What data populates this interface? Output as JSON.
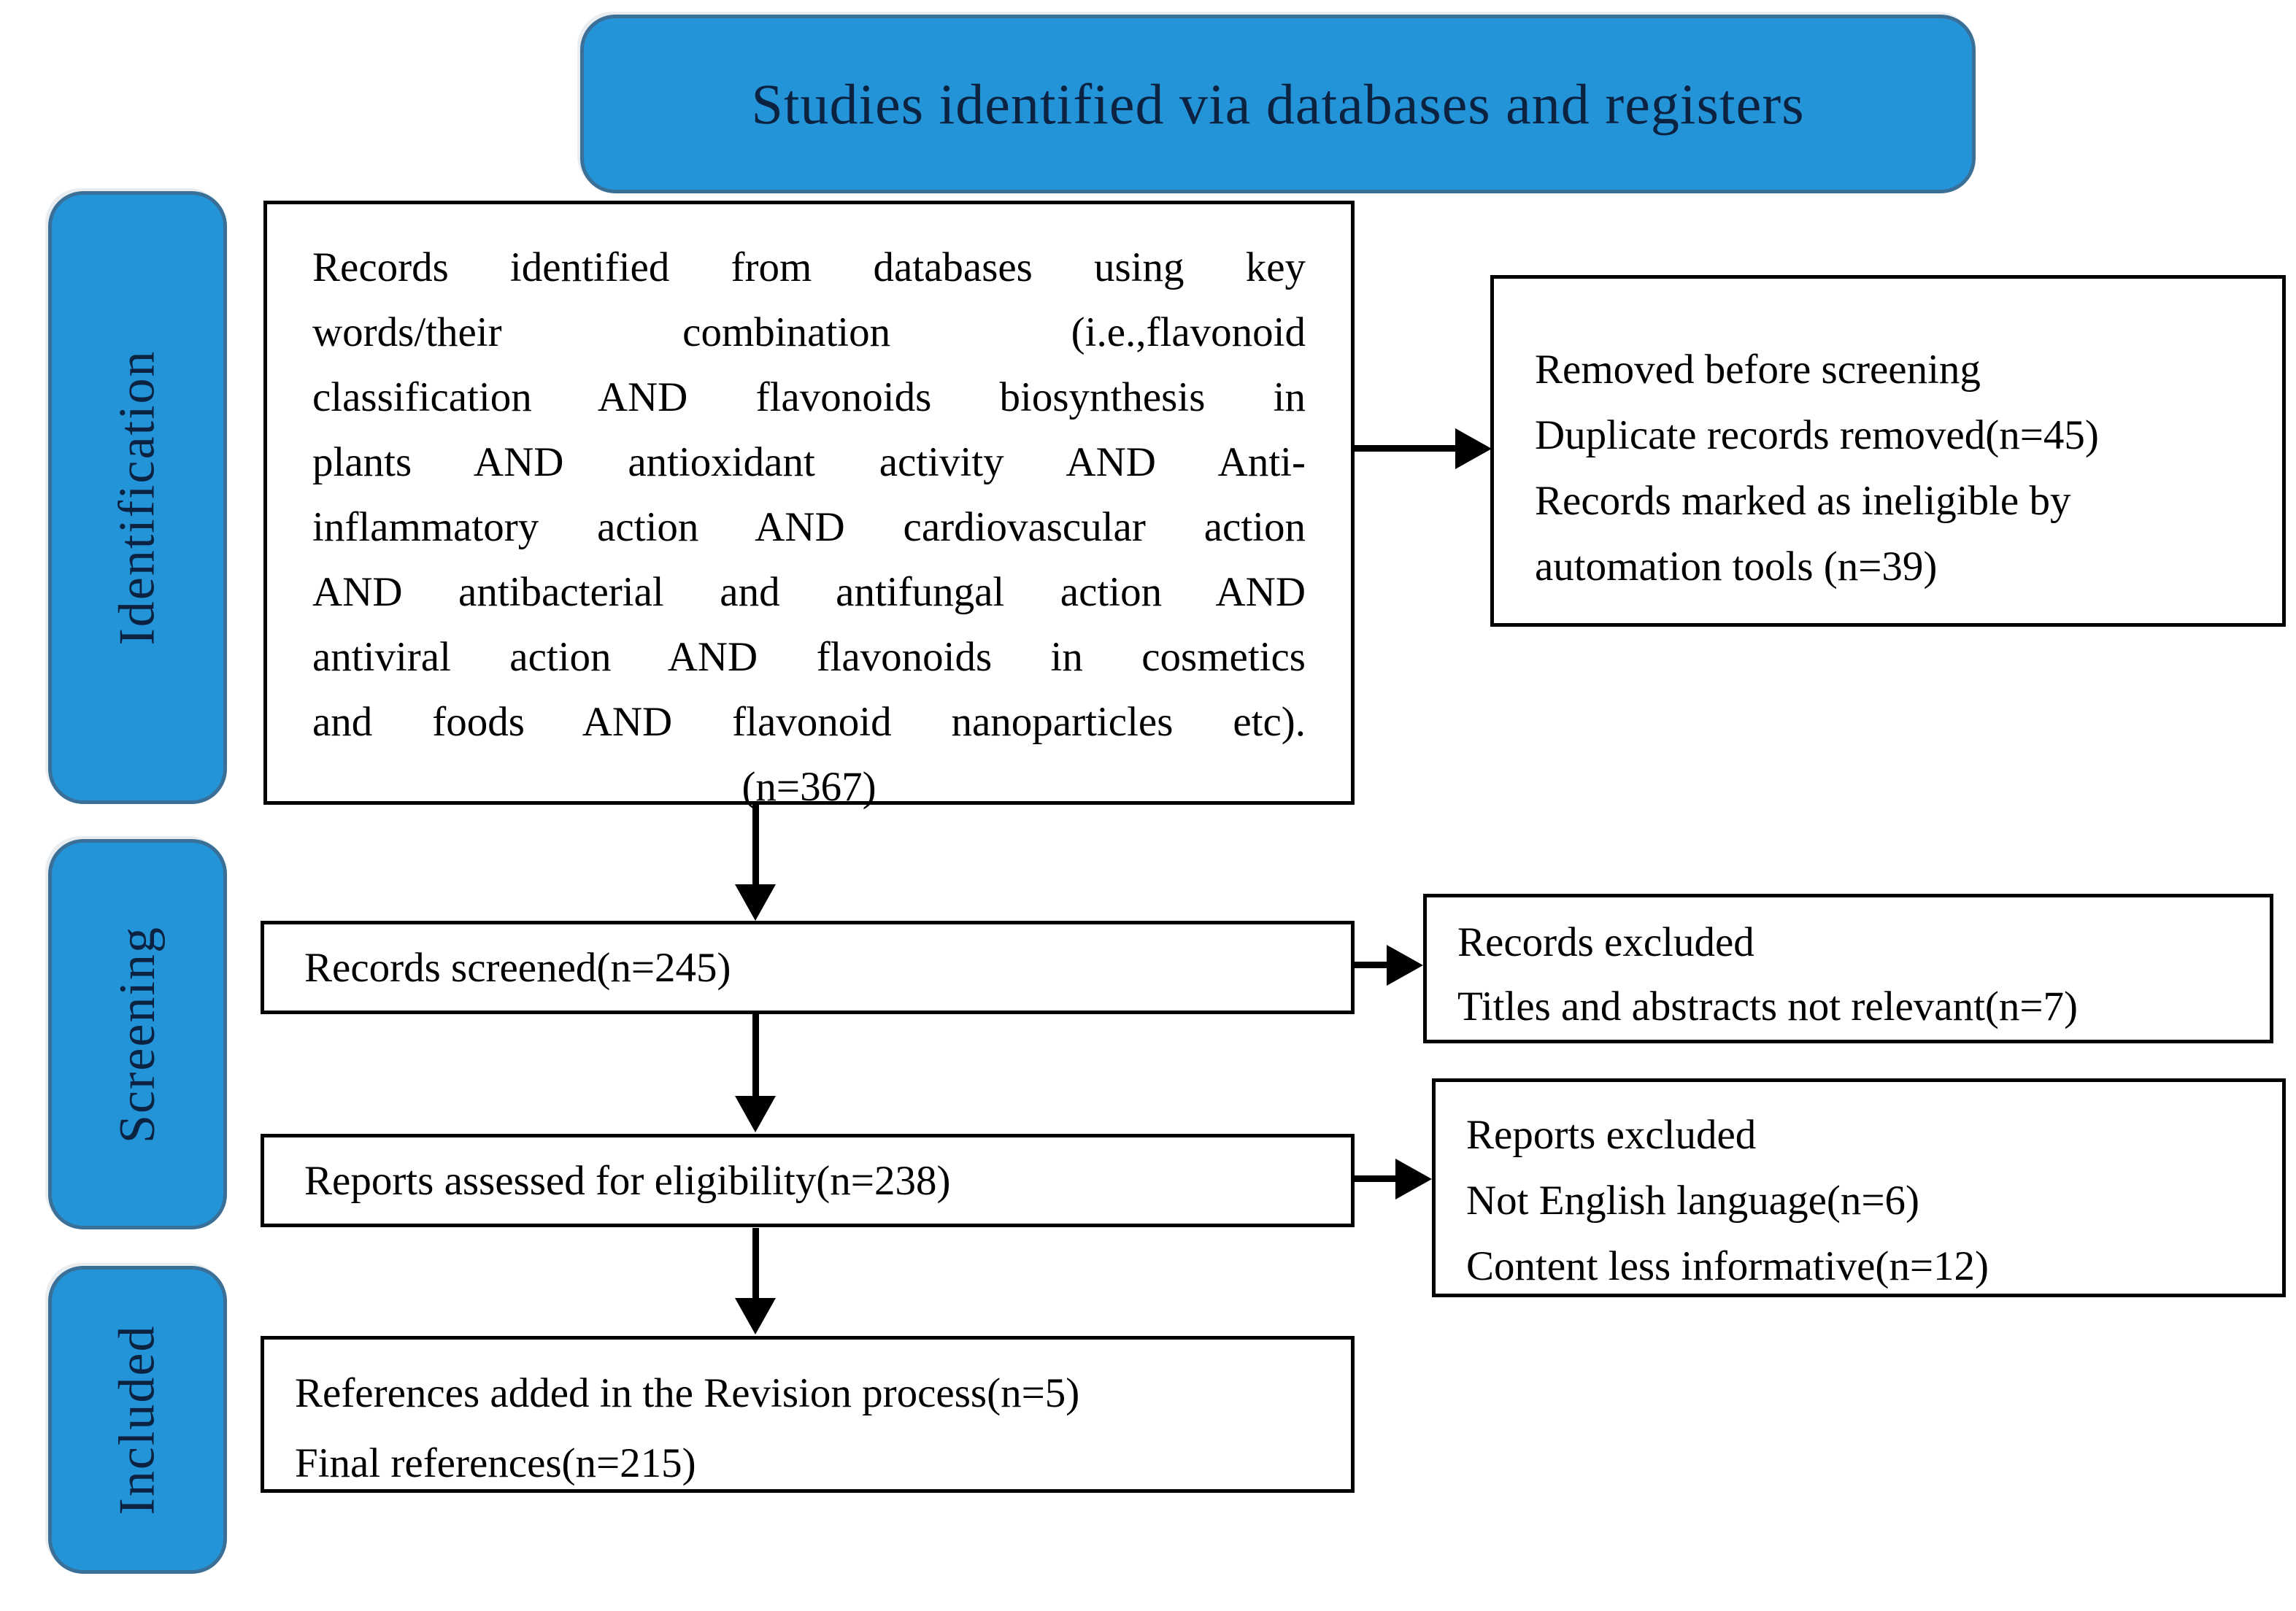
{
  "diagram": {
    "title": "Studies identified via databases and registers",
    "stages": [
      {
        "label": "Identification"
      },
      {
        "label": "Screening"
      },
      {
        "label": "Included"
      }
    ],
    "boxes": {
      "identified": {
        "lines": [
          "Records identified from databases using key",
          "words/their combination (i.e.,flavonoid",
          "classification AND flavonoids biosynthesis in",
          "plants AND antioxidant activity AND Anti-",
          "inflammatory action AND cardiovascular action",
          "AND antibacterial and antifungal action AND",
          "antiviral action AND flavonoids in cosmetics",
          "and foods AND flavonoid nanoparticles etc)."
        ],
        "count": "(n=367)"
      },
      "removed": {
        "lines": [
          "Removed before screening",
          "Duplicate records removed(n=45)",
          "Records marked as ineligible by automation tools (n=39)"
        ]
      },
      "screened": {
        "text": "Records screened(n=245)"
      },
      "records_excluded": {
        "lines": [
          "Records excluded",
          "Titles and abstracts not relevant(n=7)"
        ]
      },
      "assessed": {
        "text": "Reports assessed for eligibility(n=238)"
      },
      "reports_excluded": {
        "lines": [
          "Reports excluded",
          "Not English language(n=6)",
          "Content less informative(n=12)"
        ]
      },
      "references": {
        "lines": [
          "References added in the Revision process(n=5)",
          "Final references(n=215)"
        ]
      }
    },
    "colors": {
      "accent_blue": "#2494d9",
      "accent_border": "#3a6f98",
      "label_text": "#0b2240",
      "box_border": "#000000"
    }
  }
}
